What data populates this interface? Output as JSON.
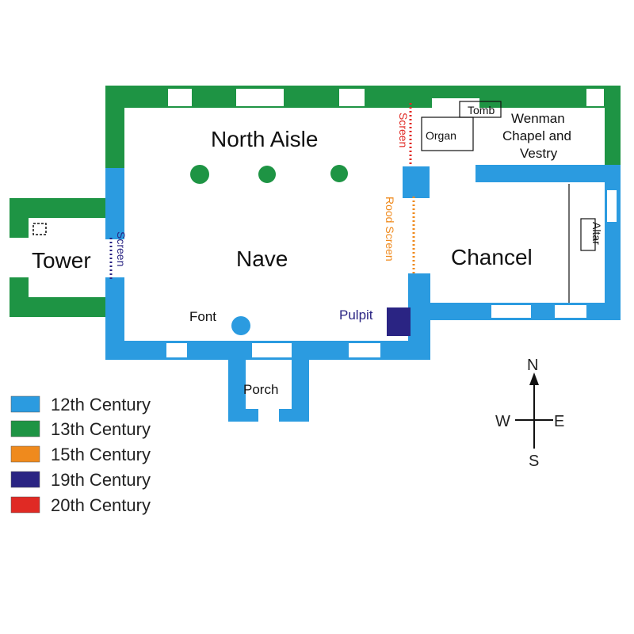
{
  "labels": {
    "north_aisle": "North Aisle",
    "nave": "Nave",
    "chancel": "Chancel",
    "tower": "Tower",
    "porch": "Porch",
    "font": "Font",
    "pulpit": "Pulpit",
    "organ": "Organ",
    "tomb": "Tomb",
    "wenman_line1": "Wenman",
    "wenman_line2": "Chapel and",
    "wenman_line3": "Vestry",
    "altar": "Altar",
    "tower_screen": "Screen",
    "aisle_screen": "Screen",
    "rood_screen": "Rood Screen"
  },
  "compass": {
    "n": "N",
    "s": "S",
    "e": "E",
    "w": "W"
  },
  "legend": [
    {
      "label": "12th Century",
      "color": "#2b9be0"
    },
    {
      "label": "13th Century",
      "color": "#1e9444"
    },
    {
      "label": "15th Century",
      "color": "#ef8a1d"
    },
    {
      "label": "19th Century",
      "color": "#2a2483"
    },
    {
      "label": "20th Century",
      "color": "#e02a24"
    }
  ],
  "colors": {
    "c12": "#2b9be0",
    "c13": "#1e9444",
    "c15": "#ef8a1d",
    "c19": "#2a2483",
    "c20": "#e02a24",
    "ink": "#111111"
  }
}
